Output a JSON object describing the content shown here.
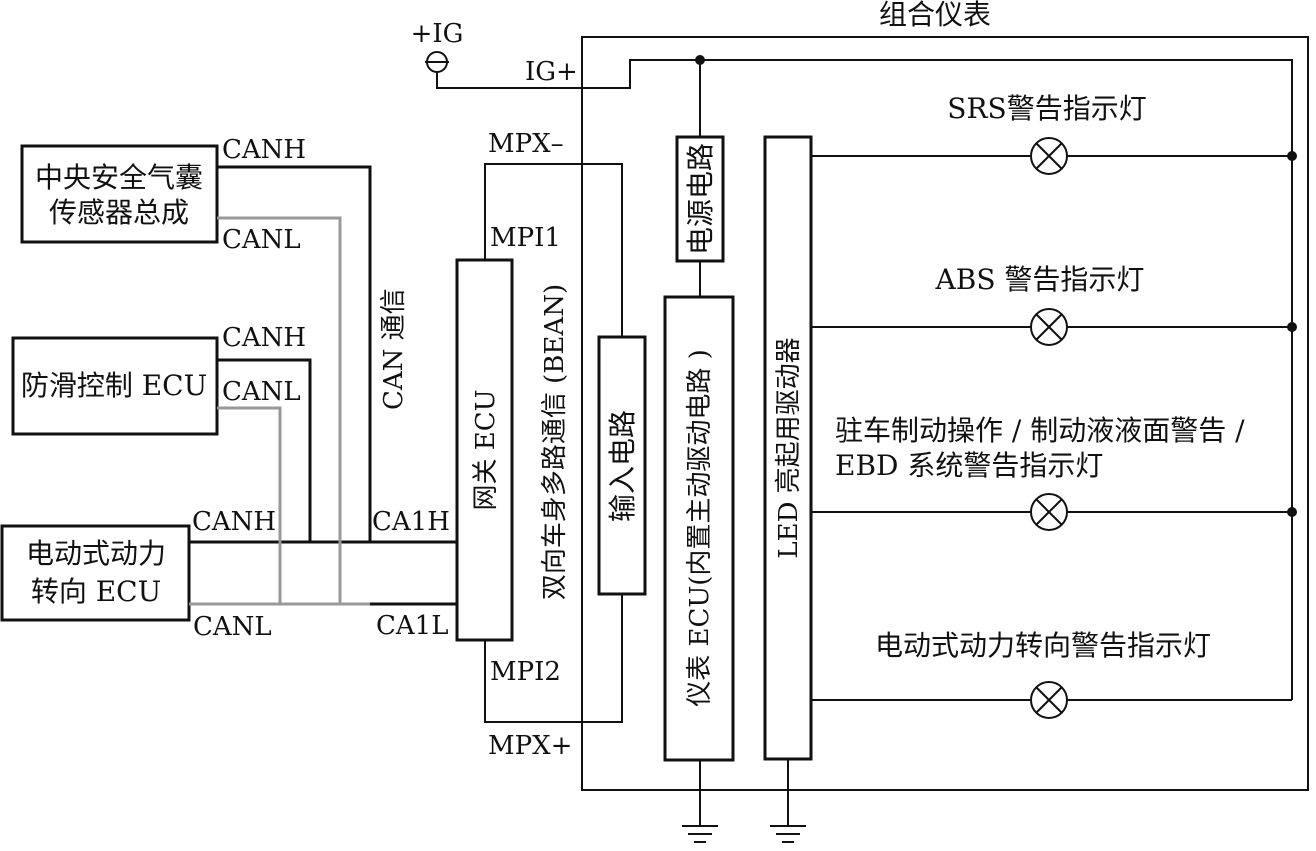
{
  "cluster": {
    "title": "组合仪表"
  },
  "power": {
    "ig_terminal": "+IG",
    "ig_line": "IG+"
  },
  "modules": {
    "airbag": {
      "line1": "中央安全气囊",
      "line2": "传感器总成"
    },
    "abs": {
      "label": "防滑控制 ECU"
    },
    "eps": {
      "line1": "电动式动力",
      "line2": "转向 ECU"
    },
    "gateway": {
      "label": "网关 ECU"
    },
    "input_circuit": {
      "label": "输入电路"
    },
    "power_circuit": {
      "label": "电源电路"
    },
    "meter_ecu": {
      "label": "仪表 ECU(内置主动驱动电路 )"
    },
    "led_driver": {
      "label": "LED 亮起用驱动器"
    }
  },
  "signals": {
    "canh": "CANH",
    "canl": "CANL",
    "ca1h": "CA1H",
    "ca1l": "CA1L",
    "can_comm": "CAN 通信",
    "bean_comm": "双向车身多路通信 (BEAN)",
    "mpx_minus": "MPX–",
    "mpx_plus": "MPX+",
    "mpi1": "MPI1",
    "mpi2": "MPI2"
  },
  "lamps": [
    {
      "label": "SRS警告指示灯"
    },
    {
      "label": "ABS 警告指示灯"
    },
    {
      "line1": "驻车制动操作 / 制动液液面警告 /",
      "line2": "EBD 系统警告指示灯"
    },
    {
      "label": "电动式动力转向警告指示灯"
    }
  ]
}
